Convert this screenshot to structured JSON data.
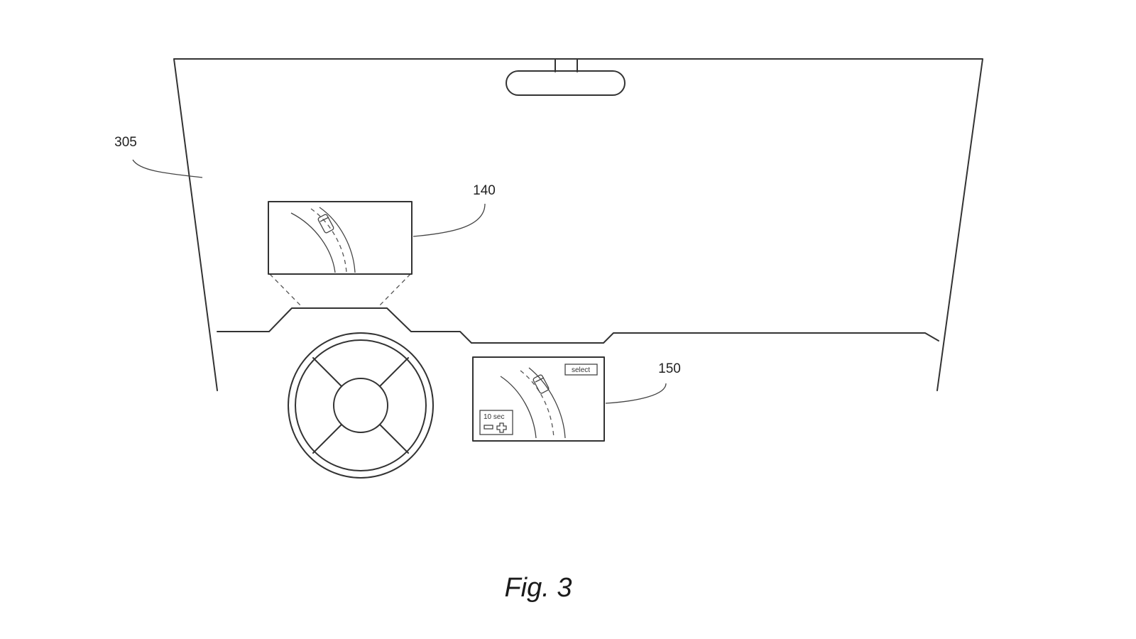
{
  "labels": {
    "windshield_ref": "305",
    "hud_ref": "140",
    "center_display_ref": "150"
  },
  "center_display": {
    "select_button": "select",
    "timer_value": "10 sec"
  },
  "caption": "Fig. 3",
  "colors": {
    "line": "#333333",
    "background": "#ffffff"
  },
  "icons": {
    "minus": "minus-icon",
    "plus": "plus-icon",
    "vehicle": "car-icon"
  }
}
